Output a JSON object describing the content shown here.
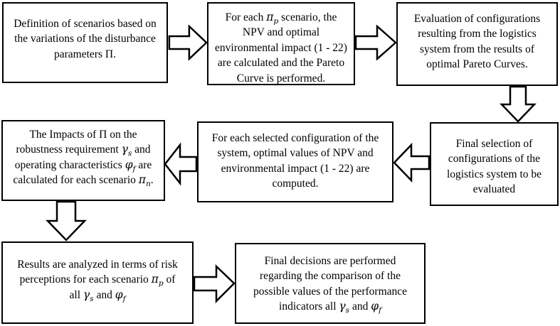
{
  "figure": {
    "type": "flowchart",
    "background_color": "#ffffff",
    "box_border_color": "#000000",
    "box_fill_color": "#ffffff",
    "text_color": "#000000",
    "arrow_fill_color": "#ffffff",
    "arrow_outline_color": "#000000"
  },
  "boxes": [
    {
      "id": "step-1",
      "segments": [
        {
          "t": "Definition of scenarios based on the variations of the disturbance parameters "
        },
        {
          "t": "Π"
        },
        {
          "t": "."
        }
      ]
    },
    {
      "id": "step-2",
      "segments": [
        {
          "t": "For each "
        },
        {
          "t": "π",
          "math": true,
          "sub": "p"
        },
        {
          "t": " scenario, the NPV and optimal environmental impact (1 - 22) are calculated and the Pareto Curve is performed."
        }
      ]
    },
    {
      "id": "step-3",
      "segments": [
        {
          "t": "Evaluation of configurations resulting from the logistics system from the results of optimal Pareto Curves."
        }
      ]
    },
    {
      "id": "step-4",
      "segments": [
        {
          "t": "Final selection of configurations of the logistics system to be evaluated"
        }
      ]
    },
    {
      "id": "step-5",
      "segments": [
        {
          "t": "For each selected configuration of the system, optimal values of NPV and environmental impact (1 - 22) are computed."
        }
      ]
    },
    {
      "id": "step-6",
      "segments": [
        {
          "t": "The Impacts of "
        },
        {
          "t": "Π"
        },
        {
          "t": " on the robustness requirement "
        },
        {
          "t": "γ",
          "math": true,
          "sub": "s"
        },
        {
          "t": " and operating characteristics "
        },
        {
          "t": "φ",
          "math": true,
          "sub": "f"
        },
        {
          "t": " are calculated for each scenario "
        },
        {
          "t": "π",
          "math": true,
          "sub": "n"
        },
        {
          "t": "."
        }
      ]
    },
    {
      "id": "step-7",
      "segments": [
        {
          "t": "Results are analyzed in terms of risk perceptions for each scenario "
        },
        {
          "t": "π",
          "math": true,
          "sub": "p"
        },
        {
          "t": " of all "
        },
        {
          "t": "γ",
          "math": true,
          "sub": "s"
        },
        {
          "t": " and "
        },
        {
          "t": "φ",
          "math": true,
          "sub": "f"
        }
      ]
    },
    {
      "id": "step-8",
      "segments": [
        {
          "t": "Final decisions are performed regarding the comparison of the possible values of the performance indicators all "
        },
        {
          "t": "γ",
          "math": true,
          "sub": "s"
        },
        {
          "t": " and "
        },
        {
          "t": "φ",
          "math": true,
          "sub": "f"
        }
      ]
    }
  ],
  "arrows": [
    {
      "id": "arrow-1",
      "direction": "right",
      "from": "step-1",
      "to": "step-2"
    },
    {
      "id": "arrow-2",
      "direction": "right",
      "from": "step-2",
      "to": "step-3"
    },
    {
      "id": "arrow-3",
      "direction": "down",
      "from": "step-3",
      "to": "step-4"
    },
    {
      "id": "arrow-4",
      "direction": "left",
      "from": "step-4",
      "to": "step-5"
    },
    {
      "id": "arrow-5",
      "direction": "left",
      "from": "step-5",
      "to": "step-6"
    },
    {
      "id": "arrow-6",
      "direction": "down",
      "from": "step-6",
      "to": "step-7"
    },
    {
      "id": "arrow-7",
      "direction": "right",
      "from": "step-7",
      "to": "step-8"
    }
  ]
}
